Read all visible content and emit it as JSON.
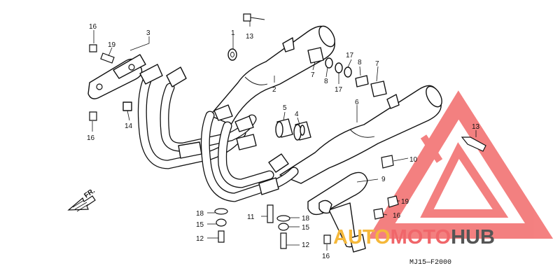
{
  "diagram": {
    "part_numbers": [
      "1",
      "2",
      "3",
      "4",
      "5",
      "6",
      "7",
      "8",
      "9",
      "10",
      "11",
      "12",
      "13",
      "14",
      "15",
      "16",
      "17",
      "18",
      "19"
    ],
    "direction_label": "FR.",
    "diagram_code": "MJ15—F2000"
  },
  "watermark": {
    "part_1": "AUTO",
    "part_2": "MOTO",
    "part_3": "HUB",
    "color_1": "#f5b83a",
    "color_2": "#f0666a",
    "color_3": "#555555",
    "triangle_color": "#f26b6b"
  }
}
